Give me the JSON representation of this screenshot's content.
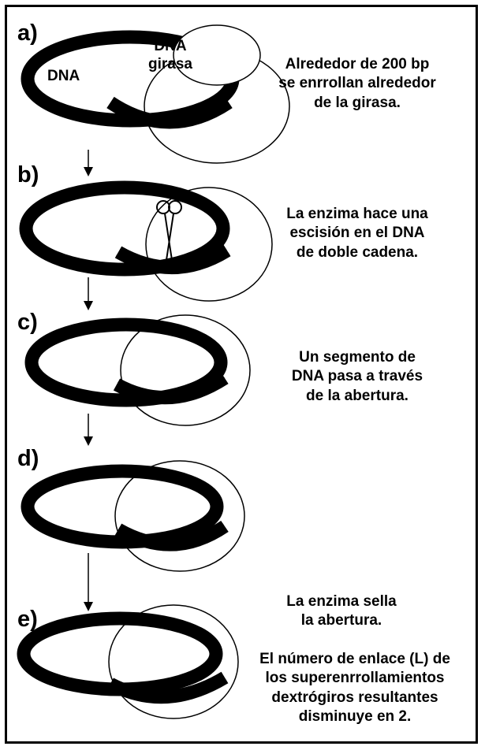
{
  "steps": [
    {
      "label": "a)",
      "caption": "Alrededor de 200 bp\nse enrrollan alrededor\nde la girasa."
    },
    {
      "label": "b)",
      "caption": "La enzima hace una\nescisión en el DNA\nde doble cadena."
    },
    {
      "label": "c)",
      "caption": "Un segmento de\nDNA pasa a través\nde la abertura."
    },
    {
      "label": "d)",
      "caption": ""
    },
    {
      "label": "e)",
      "caption": "La enzima sella\nla abertura."
    }
  ],
  "inner_labels": {
    "dna": "DNA",
    "gyrase": "DNA\ngirasa"
  },
  "final_note": "El número de enlace (L) de\nlos superenrrollamientos\ndextrógiros resultantes\ndisminuye en 2.",
  "colors": {
    "ink": "#000000",
    "ribbon": "#ffffff",
    "background": "#ffffff"
  },
  "icons": [
    "scissors-icon",
    "down-arrow-icon"
  ]
}
